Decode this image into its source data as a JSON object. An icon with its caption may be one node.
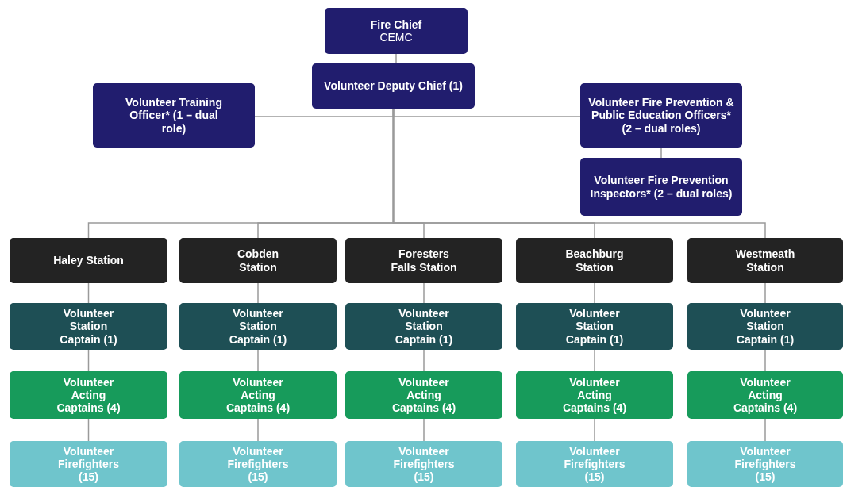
{
  "diagram": {
    "nodes": [
      {
        "text": [
          "Fire Chief",
          "CEMC"
        ]
      },
      {
        "text": [
          "Volunteer Deputy Chief (1)"
        ]
      },
      {
        "text": [
          "Volunteer Training Officer* (1 – dual role)"
        ]
      },
      {
        "text": [
          "Volunteer Fire Prevention & Public Education Officers* (2 – dual roles)"
        ]
      },
      {
        "text": [
          "Volunteer Fire Prevention Inspectors* (2 – dual roles)"
        ]
      },
      {
        "text": [
          "Haley Station"
        ]
      },
      {
        "text": [
          "Cobden Station"
        ]
      },
      {
        "text": [
          "Foresters Falls Station"
        ]
      },
      {
        "text": [
          "Beachburg Station"
        ]
      },
      {
        "text": [
          "Westmeath Station"
        ]
      },
      {
        "text": [
          "Volunteer Station Captain (1)"
        ]
      },
      {
        "text": [
          "Volunteer Station Captain (1)"
        ]
      },
      {
        "text": [
          "Volunteer Station Captain (1)"
        ]
      },
      {
        "text": [
          "Volunteer Station Captain (1)"
        ]
      },
      {
        "text": [
          "Volunteer Station Captain (1)"
        ]
      },
      {
        "text": [
          "Volunteer Acting Captains (4)"
        ]
      },
      {
        "text": [
          "Volunteer Acting Captains (4)"
        ]
      },
      {
        "text": [
          "Volunteer Acting Captains (4)"
        ]
      },
      {
        "text": [
          "Volunteer Acting Captains (4)"
        ]
      },
      {
        "text": [
          "Volunteer Acting Captains (4)"
        ]
      },
      {
        "text": [
          "Volunteer Firefighters (15)"
        ]
      },
      {
        "text": [
          "Volunteer Firefighters (15)"
        ]
      },
      {
        "text": [
          "Volunteer Firefighters (15)"
        ]
      },
      {
        "text": [
          "Volunteer Firefighters (15)"
        ]
      },
      {
        "text": [
          "Volunteer Firefighters (15)"
        ]
      }
    ],
    "edges": [
      {
        "from": 0,
        "to": 1,
        "arrow": "none"
      },
      {
        "from": 1,
        "to": 2,
        "arrow": "none"
      },
      {
        "from": 1,
        "to": 3,
        "arrow": "none"
      },
      {
        "from": 3,
        "to": 4,
        "arrow": "none"
      },
      {
        "from": 1,
        "to": 5,
        "arrow": "none"
      },
      {
        "from": 1,
        "to": 6,
        "arrow": "none"
      },
      {
        "from": 1,
        "to": 7,
        "arrow": "none"
      },
      {
        "from": 1,
        "to": 8,
        "arrow": "none"
      },
      {
        "from": 1,
        "to": 9,
        "arrow": "none"
      },
      {
        "from": 5,
        "to": 10,
        "arrow": "none"
      },
      {
        "from": 6,
        "to": 11,
        "arrow": "none"
      },
      {
        "from": 7,
        "to": 12,
        "arrow": "none"
      },
      {
        "from": 8,
        "to": 13,
        "arrow": "none"
      },
      {
        "from": 9,
        "to": 14,
        "arrow": "none"
      },
      {
        "from": 10,
        "to": 15,
        "arrow": "none"
      },
      {
        "from": 11,
        "to": 16,
        "arrow": "none"
      },
      {
        "from": 12,
        "to": 17,
        "arrow": "none"
      },
      {
        "from": 13,
        "to": 18,
        "arrow": "none"
      },
      {
        "from": 14,
        "to": 19,
        "arrow": "none"
      },
      {
        "from": 15,
        "to": 20,
        "arrow": "none"
      },
      {
        "from": 16,
        "to": 21,
        "arrow": "none"
      },
      {
        "from": 17,
        "to": 22,
        "arrow": "none"
      },
      {
        "from": 18,
        "to": 23,
        "arrow": "none"
      },
      {
        "from": 19,
        "to": 24,
        "arrow": "none"
      }
    ]
  }
}
